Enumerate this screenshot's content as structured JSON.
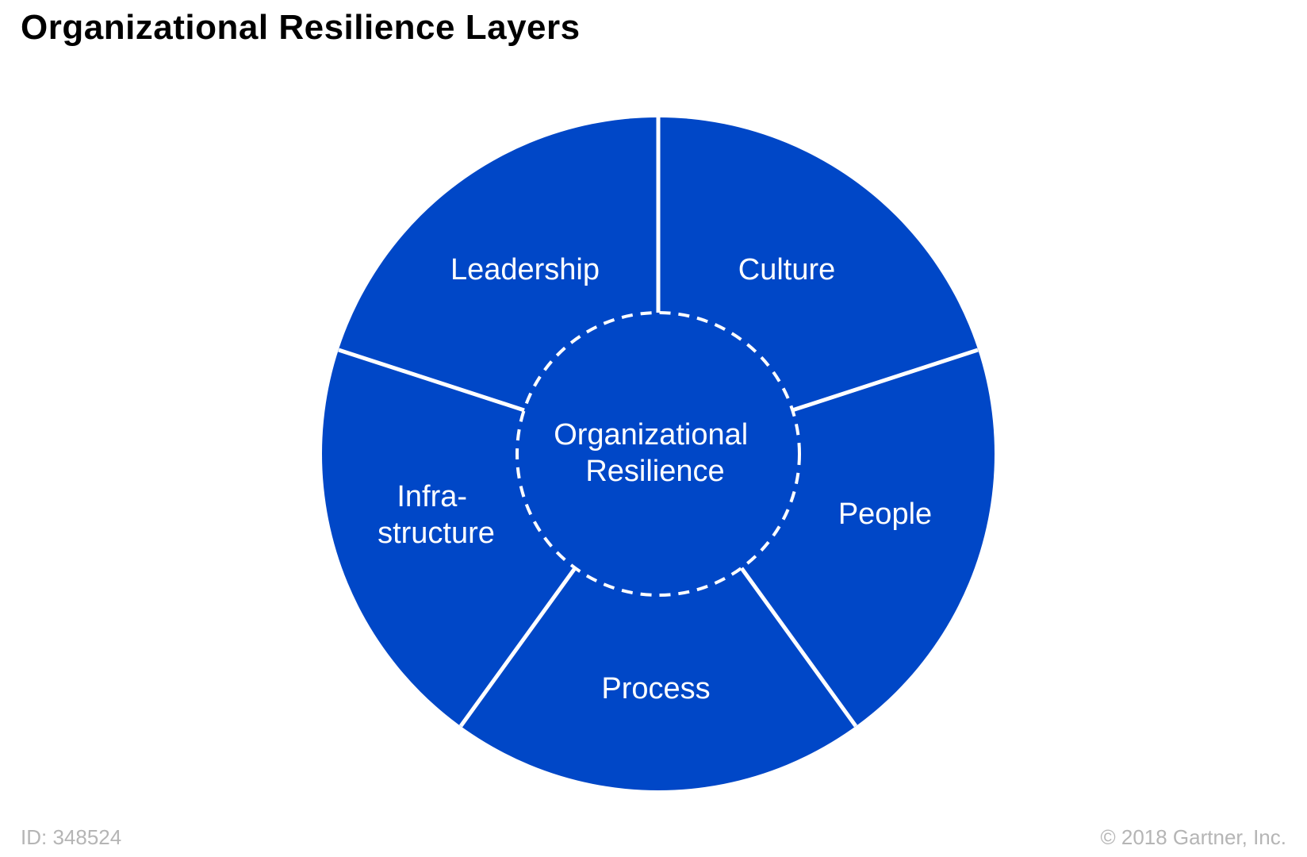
{
  "title": "Organizational Resilience Layers",
  "diagram": {
    "center_label_lines": [
      "Organizational",
      "Resilience"
    ],
    "segments": [
      {
        "id": "leadership",
        "lines": [
          "Leadership"
        ]
      },
      {
        "id": "culture",
        "lines": [
          "Culture"
        ]
      },
      {
        "id": "people",
        "lines": [
          "People"
        ]
      },
      {
        "id": "process",
        "lines": [
          "Process"
        ]
      },
      {
        "id": "infrastructure",
        "lines": [
          "Infra-",
          "structure"
        ]
      }
    ],
    "colors": {
      "fill": "#0047c7",
      "divider": "#ffffff",
      "text": "#ffffff"
    }
  },
  "footer": {
    "id_text": "ID: 348524",
    "copyright": "© 2018 Gartner, Inc."
  }
}
